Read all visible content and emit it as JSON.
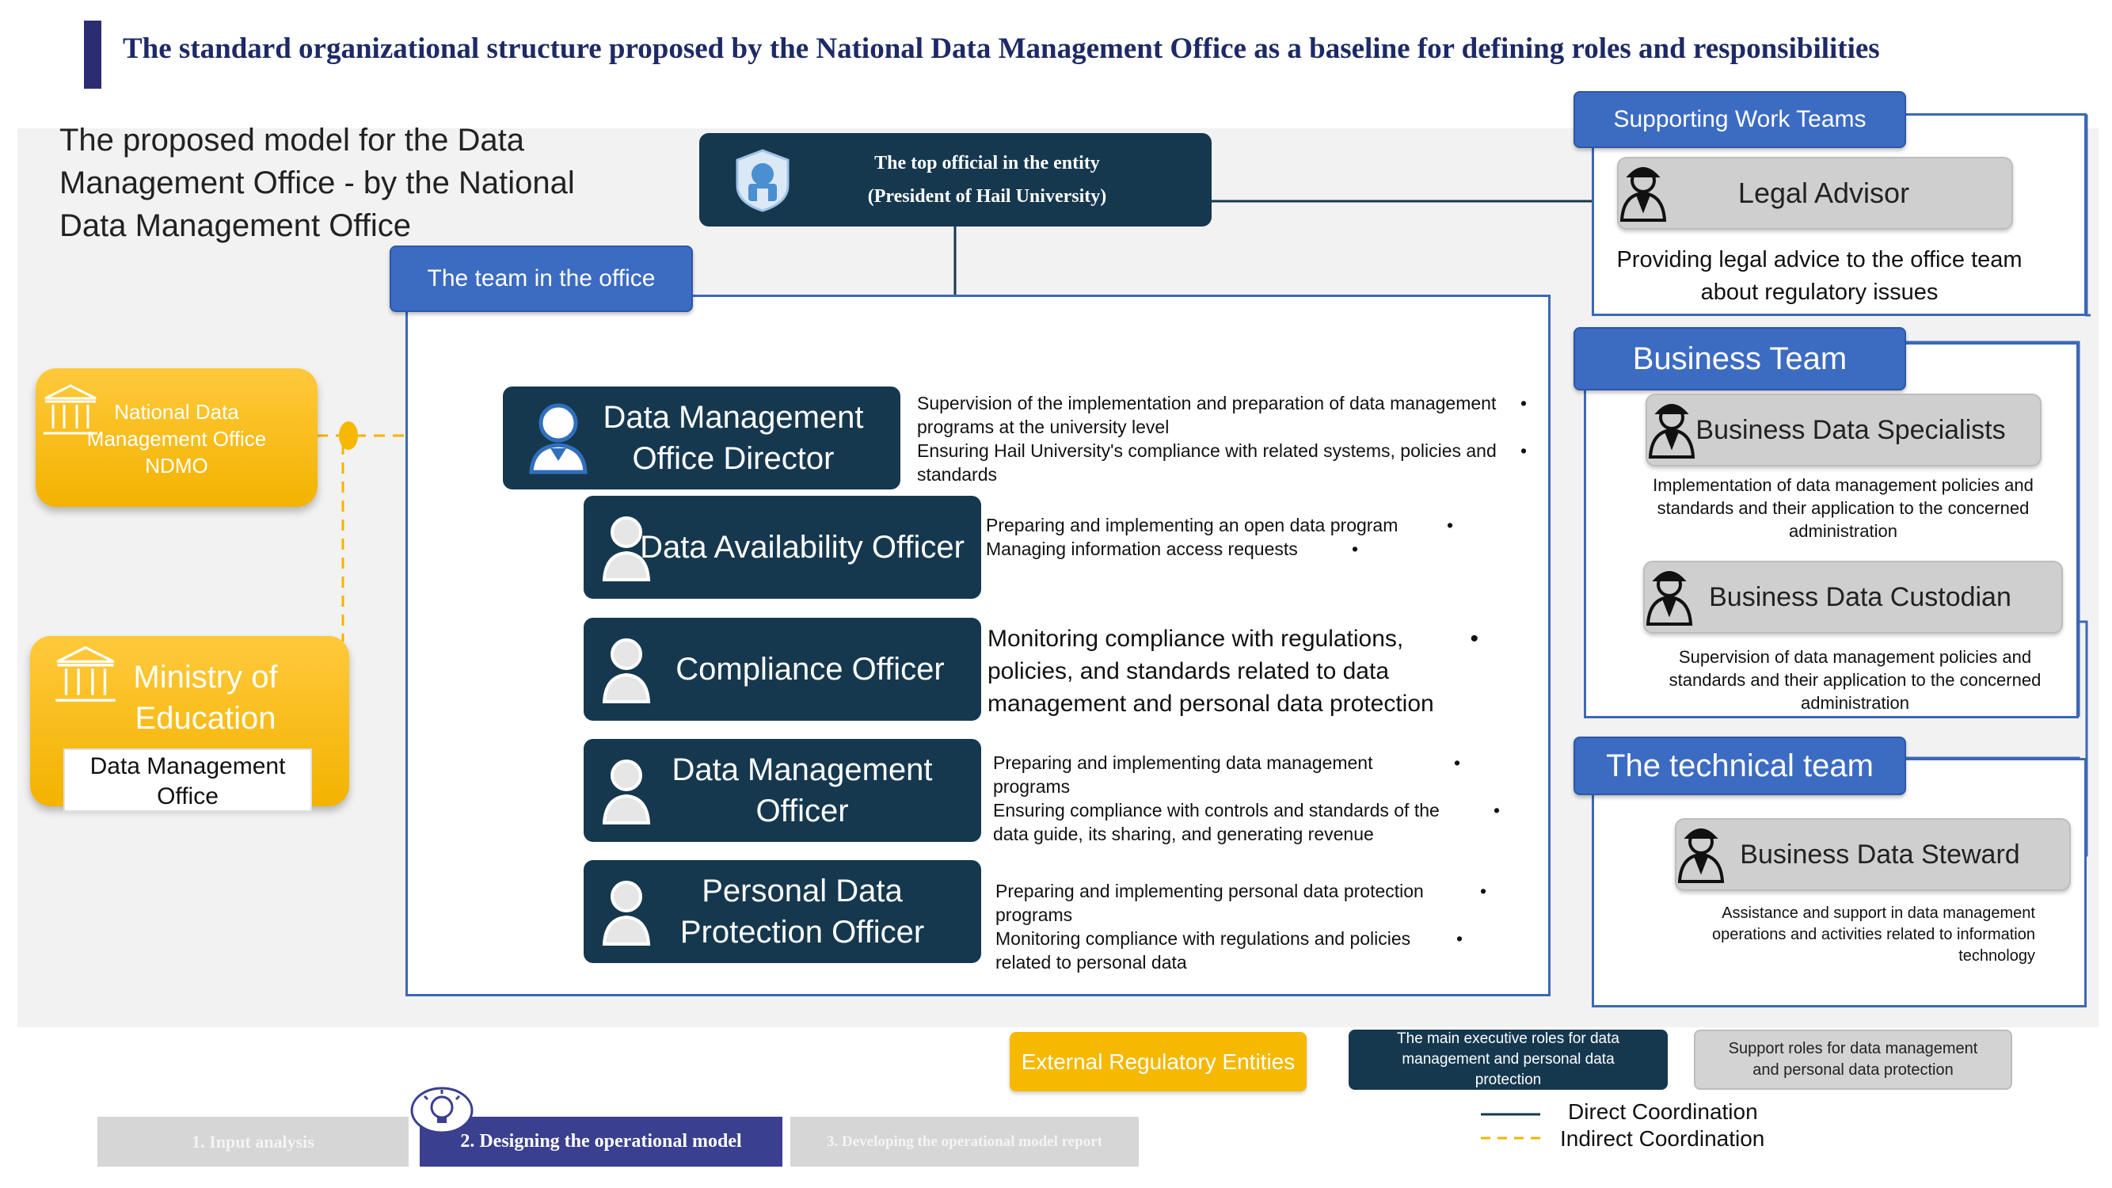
{
  "header": {
    "title": "The standard organizational structure proposed by the National Data Management Office as a baseline for defining roles and responsibilities"
  },
  "intro": {
    "text": "The proposed model for the Data Management Office - by the National Data Management Office"
  },
  "top_official": {
    "line1": "The top official in the entity",
    "line2": "(President of Hail University)"
  },
  "office_team": {
    "tab": "The team in the office",
    "director": {
      "title": "Data Management Office Director",
      "desc": [
        "Supervision of the implementation and preparation of data management programs at the university level",
        "Ensuring Hail University's compliance with related systems, policies and standards"
      ]
    },
    "roles": [
      {
        "title": "Data Availability Officer",
        "desc": [
          "Preparing and implementing an open data program",
          "Managing information access requests"
        ]
      },
      {
        "title": "Compliance Officer",
        "desc": [
          "Monitoring compliance with regulations, policies, and standards related to data management and personal data protection"
        ]
      },
      {
        "title": "Data Management Officer",
        "desc": [
          "Preparing and implementing data management programs",
          "Ensuring compliance with controls and standards of the data guide, its sharing, and generating revenue"
        ]
      },
      {
        "title": "Personal Data Protection Officer",
        "desc": [
          "Preparing and implementing personal data protection programs",
          "Monitoring compliance with regulations and policies related to personal data"
        ]
      }
    ]
  },
  "external": {
    "ndmo": {
      "line1": "National Data",
      "line2": "Management Office",
      "line3": "NDMO"
    },
    "moe": {
      "line1": "Ministry of",
      "line2": "Education",
      "office": "Data Management Office"
    }
  },
  "supporting": {
    "tab": "Supporting Work Teams",
    "legal": {
      "title": "Legal Advisor",
      "desc": "Providing legal advice to the office team about regulatory issues"
    }
  },
  "business": {
    "tab": "Business Team",
    "specialists": {
      "title": "Business Data Specialists",
      "desc": "Implementation of data management policies and standards and their application to the concerned administration"
    },
    "custodian": {
      "title": "Business Data Custodian",
      "desc": "Supervision of data management policies and standards and their application to the concerned administration"
    }
  },
  "technical": {
    "tab": "The technical team",
    "steward": {
      "title": "Business Data Steward",
      "desc": "Assistance and support in data management operations and activities related to information technology"
    }
  },
  "legend": {
    "external": "External Regulatory Entities",
    "main": "The main executive roles for data management and personal data protection",
    "support": "Support roles for data management and personal data protection",
    "direct": "Direct Coordination",
    "indirect": "Indirect Coordination"
  },
  "steps": [
    {
      "label": "1. Input analysis",
      "active": false
    },
    {
      "label": "2. Designing the operational model",
      "active": true
    },
    {
      "label": "3. Developing the operational model report",
      "active": false
    }
  ],
  "colors": {
    "navy": "#15384f",
    "blue": "#3c6bc2",
    "gold": "#f6b800",
    "gray": "#cfcfcf",
    "step_active": "#3b3f8f",
    "step_inactive": "#d6d6d6"
  }
}
